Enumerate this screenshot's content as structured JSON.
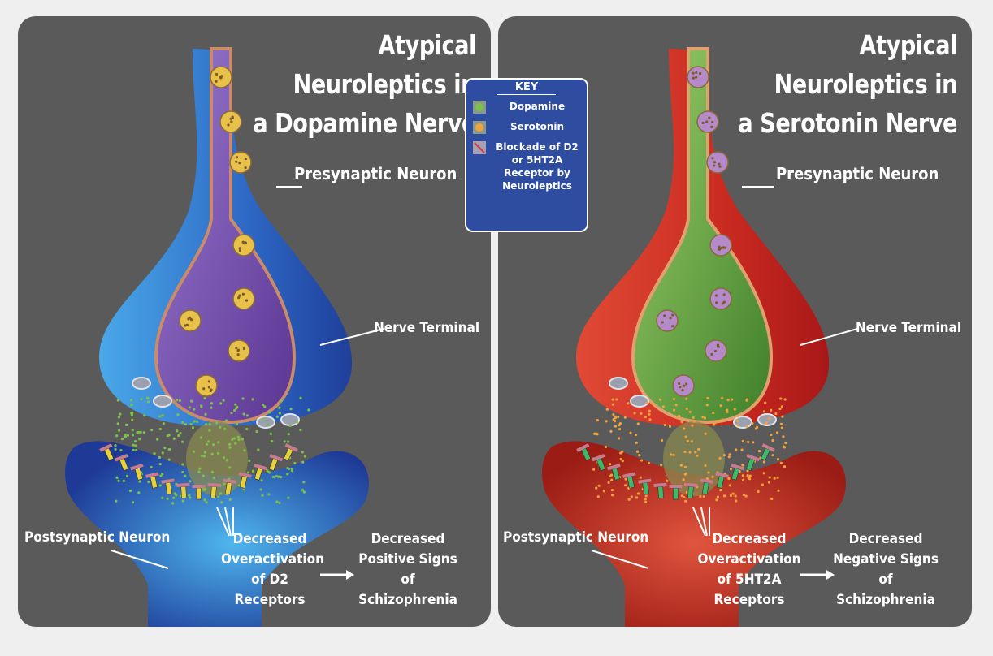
{
  "panels": [
    {
      "title_line1": "Atypical Neuroleptics in",
      "title_line2": "a Dopamine Nerve",
      "presynaptic_label": "Presynaptic Neuron",
      "nerve_terminal_label": "Nerve Terminal",
      "postsynaptic_label": "Postsynaptic Neuron",
      "effect_label": "Decreased\nOveractivation\nof D2\nReceptors",
      "outcome_label": "Decreased\nPositive Signs\nof\nSchizophrenia",
      "neuron_color": "#2d67c4",
      "vesicle_pool_color": "#7a4fb0",
      "vesicle_color": "#e8c14a",
      "particle_color": "#7cc24a",
      "receptor_color": "#e6d13a"
    },
    {
      "title_line1": "Atypical Neuroleptics in",
      "title_line2": "a Serotonin Nerve",
      "presynaptic_label": "Presynaptic Neuron",
      "nerve_terminal_label": "Nerve Terminal",
      "postsynaptic_label": "Postsynaptic Neuron",
      "effect_label": "Decreased\nOveractivation\nof 5HT2A\nReceptors",
      "outcome_label": "Decreased\nNegative Signs\nof\nSchizophrenia",
      "neuron_color": "#d93a2a",
      "vesicle_pool_color": "#6fa83c",
      "vesicle_color": "#b58acb",
      "particle_color": "#f2a23a",
      "receptor_color": "#3fb86a"
    }
  ],
  "key": {
    "title": "KEY",
    "items": [
      {
        "label": "Dopamine",
        "icon": "dopamine-icon",
        "color": "#7cc24a"
      },
      {
        "label": "Serotonin",
        "icon": "serotonin-icon",
        "color": "#f2a23a"
      },
      {
        "label": "Blockade of D2\nor 5HT2A\nReceptor by\nNeuroleptics",
        "icon": "blockade-icon",
        "color": "#c77b8e"
      }
    ]
  }
}
